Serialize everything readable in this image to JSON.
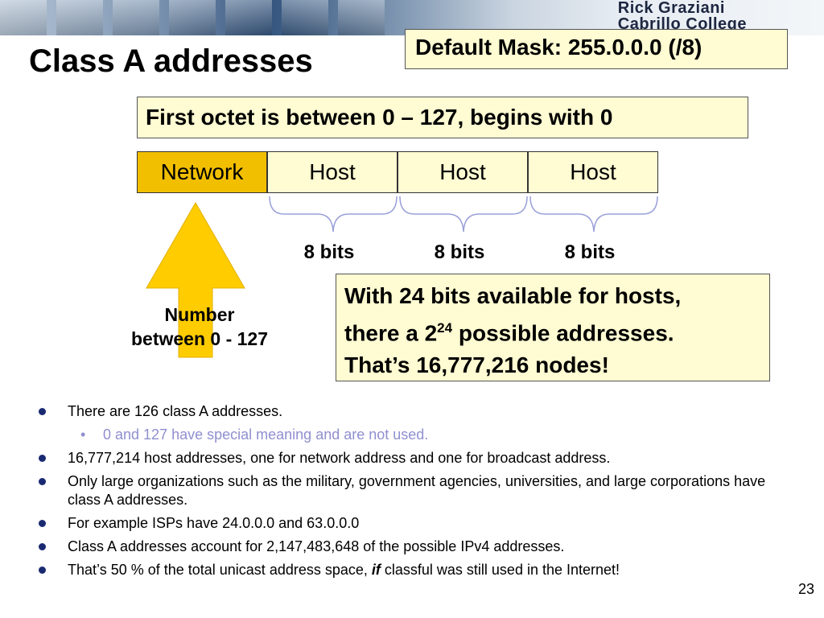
{
  "header": {
    "credit_line1": "Rick Graziani",
    "credit_line2": "Cabrillo College"
  },
  "title": "Class A addresses",
  "mask_box": "Default Mask: 255.0.0.0 (/8)",
  "octet_box": "First octet is between 0 – 127,  begins with 0",
  "fields": [
    "Network",
    "Host",
    "Host",
    "Host"
  ],
  "bits_labels": [
    "8 bits",
    "8 bits",
    "8 bits"
  ],
  "arrow_label": {
    "line1": "Number",
    "line2": "between 0 - 127"
  },
  "info_box": {
    "line1": "With 24 bits available for hosts,",
    "line2_pre": "there a 2",
    "line2_sup": "24",
    "line2_post": " possible addresses.",
    "line3": "That’s 16,777,216 nodes!"
  },
  "bullets": [
    {
      "level": 1,
      "text": "There are 126 class A addresses."
    },
    {
      "level": 2,
      "text": "0 and 127 have special meaning and are not used."
    },
    {
      "level": 1,
      "text": "16,777,214 host addresses, one for network address and one for broadcast address."
    },
    {
      "level": 1,
      "text": "Only large organizations such as the military, government agencies, universities, and large corporations have class A addresses."
    },
    {
      "level": 1,
      "text": "For example ISPs have 24.0.0.0 and 63.0.0.0"
    },
    {
      "level": 1,
      "text": "Class A addresses account for 2,147,483,648 of the possible IPv4 addresses."
    }
  ],
  "last_bullet": {
    "pre": "That’s 50 % of the total unicast address space, ",
    "emph": "if",
    "post": " classful was still used in the Internet!"
  },
  "page_number": "23",
  "colors": {
    "network_field": "#f2bf00",
    "callout_fill": "#fffbd2",
    "arrow_fill": "#ffcc00",
    "bullet_dot": "#1a2a72",
    "sub_bullet_text": "#8f8fd0"
  }
}
